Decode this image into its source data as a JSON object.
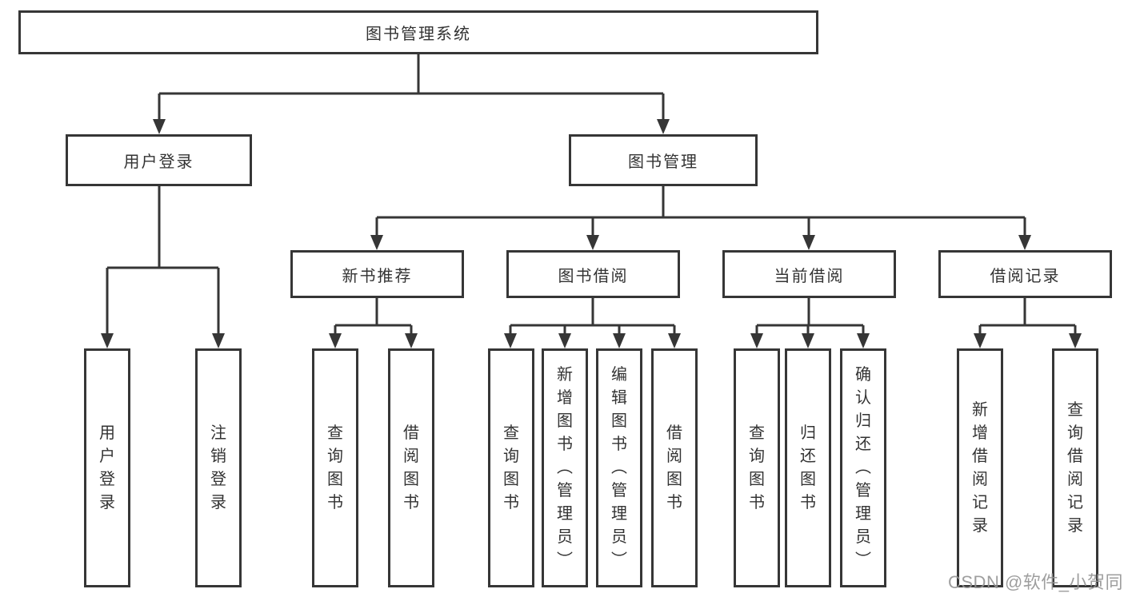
{
  "colors": {
    "background": "#ffffff",
    "line": "#363636",
    "border": "#363636",
    "text": "#333333",
    "watermark": "#949494"
  },
  "diagram": {
    "root": {
      "label": "图书管理系统"
    },
    "level2": [
      {
        "label": "用户登录"
      },
      {
        "label": "图书管理"
      }
    ],
    "level3": [
      {
        "label": "新书推荐",
        "parent": "图书管理"
      },
      {
        "label": "图书借阅",
        "parent": "图书管理"
      },
      {
        "label": "当前借阅",
        "parent": "图书管理"
      },
      {
        "label": "借阅记录",
        "parent": "图书管理"
      }
    ],
    "leaves": [
      {
        "label": "用户登录",
        "parent": "用户登录"
      },
      {
        "label": "注销登录",
        "parent": "用户登录"
      },
      {
        "label": "查询图书",
        "parent": "新书推荐"
      },
      {
        "label": "借阅图书",
        "parent": "新书推荐"
      },
      {
        "label": "查询图书",
        "parent": "图书借阅"
      },
      {
        "label": "新增图书（管理员）",
        "parent": "图书借阅"
      },
      {
        "label": "编辑图书（管理员）",
        "parent": "图书借阅"
      },
      {
        "label": "借阅图书",
        "parent": "图书借阅"
      },
      {
        "label": "查询图书",
        "parent": "当前借阅"
      },
      {
        "label": "归还图书",
        "parent": "当前借阅"
      },
      {
        "label": "确认归还（管理员）",
        "parent": "当前借阅"
      },
      {
        "label": "新增借阅记录",
        "parent": "借阅记录"
      },
      {
        "label": "查询借阅记录",
        "parent": "借阅记录"
      }
    ]
  },
  "watermark": {
    "text": "CSDN @软件_小贺同学"
  }
}
